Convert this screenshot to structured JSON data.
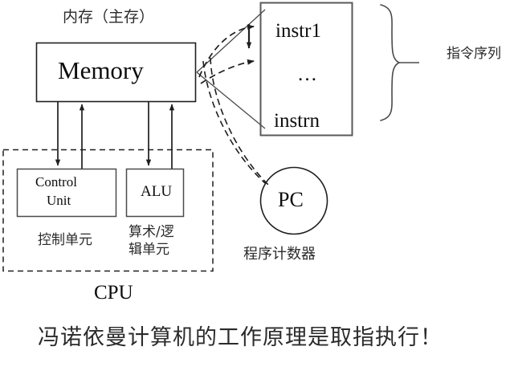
{
  "diagram": {
    "title_caption": "冯诺依曼计算机的工作原理是取指执行！",
    "memory": {
      "caption": "内存（主存）",
      "box_label": "Memory"
    },
    "instruction_list": {
      "first": "instr1",
      "ellipsis": "…",
      "last": "instrn",
      "brace_label": "指令序列"
    },
    "cpu": {
      "caption": "CPU",
      "control_unit": {
        "line1": "Control",
        "line2": "Unit",
        "caption": "控制单元"
      },
      "alu": {
        "label": "ALU",
        "caption_line1": "算术/逻",
        "caption_line2": "辑单元"
      }
    },
    "program_counter": {
      "label": "PC",
      "caption": "程序计数器"
    },
    "colors": {
      "background": "#ffffff",
      "stroke": "#1f1f1f",
      "text": "#1a1a1a",
      "cjk_text": "#2b2b2b"
    }
  }
}
